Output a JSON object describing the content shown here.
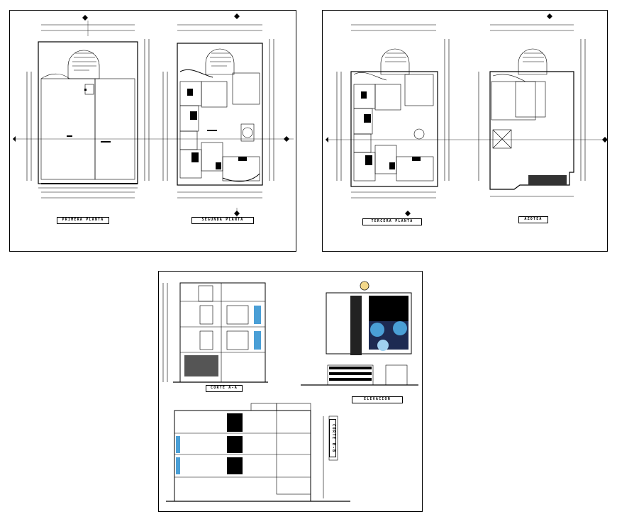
{
  "sheets": {
    "sheet1": {
      "labels": {
        "floor1": "PRIMERA PLANTA",
        "floor2": "SEGUNDA PLANTA"
      }
    },
    "sheet2": {
      "labels": {
        "floor3": "TERCERA PLANTA",
        "roof": "AZOTEA"
      }
    },
    "sheet3": {
      "labels": {
        "section_aa": "CORTE A-A",
        "elevation": "ELEVACION",
        "section_bb": "CORTE B-B"
      }
    }
  },
  "colors": {
    "line": "#000000",
    "glass": "#4a9fd6",
    "glass_light": "#9fd0f0",
    "sun": "#f3d88a"
  }
}
